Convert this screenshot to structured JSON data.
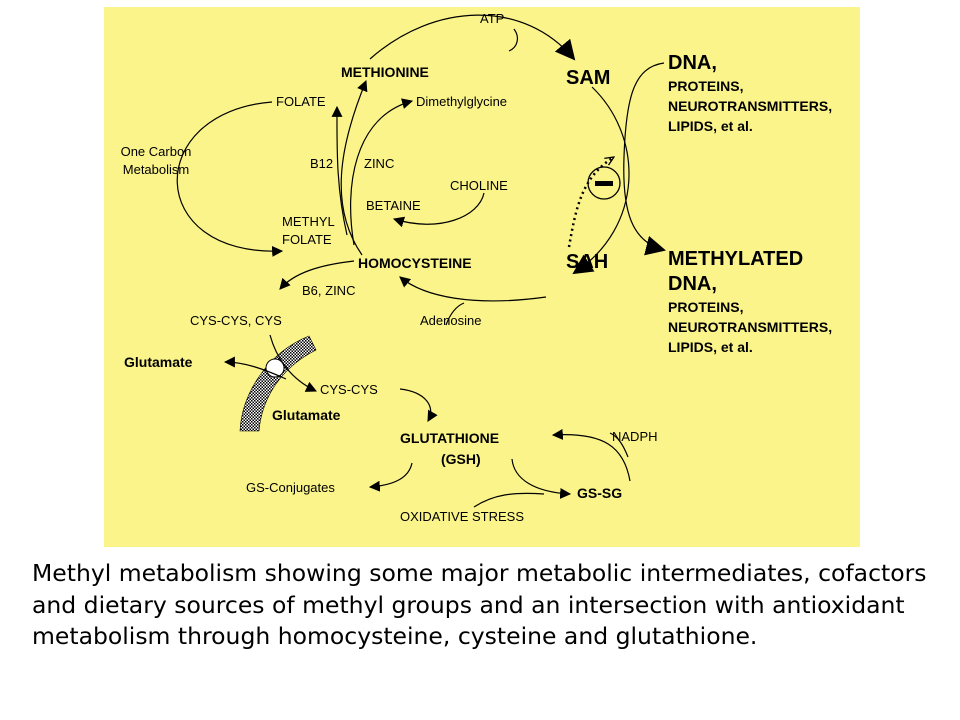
{
  "diagram": {
    "background_color": "#fbf48b",
    "labels": {
      "atp": "ATP",
      "methionine": "METHIONINE",
      "sam": "SAM",
      "folate": "FOLATE",
      "dimethylglycine": "Dimethylglycine",
      "one_carbon_1": "One Carbon",
      "one_carbon_2": "Metabolism",
      "b12": "B12",
      "zinc": "ZINC",
      "choline": "CHOLINE",
      "betaine": "BETAINE",
      "methyl_folate_1": "METHYL",
      "methyl_folate_2": "FOLATE",
      "homocysteine": "HOMOCYSTEINE",
      "sah": "SAH",
      "b6_zinc": "B6, ZINC",
      "adenosine": "Adenosine",
      "cys_cys_cys": "CYS-CYS, CYS",
      "glutamate_out": "Glutamate",
      "cys_cys": "CYS-CYS",
      "glutamate_in": "Glutamate",
      "glutathione": "GLUTATHIONE",
      "gsh": "(GSH)",
      "nadph": "NADPH",
      "gs_conjugates": "GS-Conjugates",
      "gs_sg": "GS-SG",
      "oxidative_stress": "OXIDATIVE STRESS",
      "inhibition_sign": "−"
    },
    "substrates": {
      "title": "DNA,",
      "lines": [
        "PROTEINS,",
        "NEUROTRANSMITTERS,",
        "LIPIDS, et al."
      ]
    },
    "products": {
      "title_1": "METHYLATED",
      "title_2": "DNA,",
      "lines": [
        "PROTEINS,",
        "NEUROTRANSMITTERS,",
        "LIPIDS, et al."
      ]
    }
  },
  "caption": "Methyl metabolism showing some major metabolic intermediates, cofactors and dietary sources of methyl groups and an intersection with antioxidant metabolism through homocysteine, cysteine and glutathione."
}
